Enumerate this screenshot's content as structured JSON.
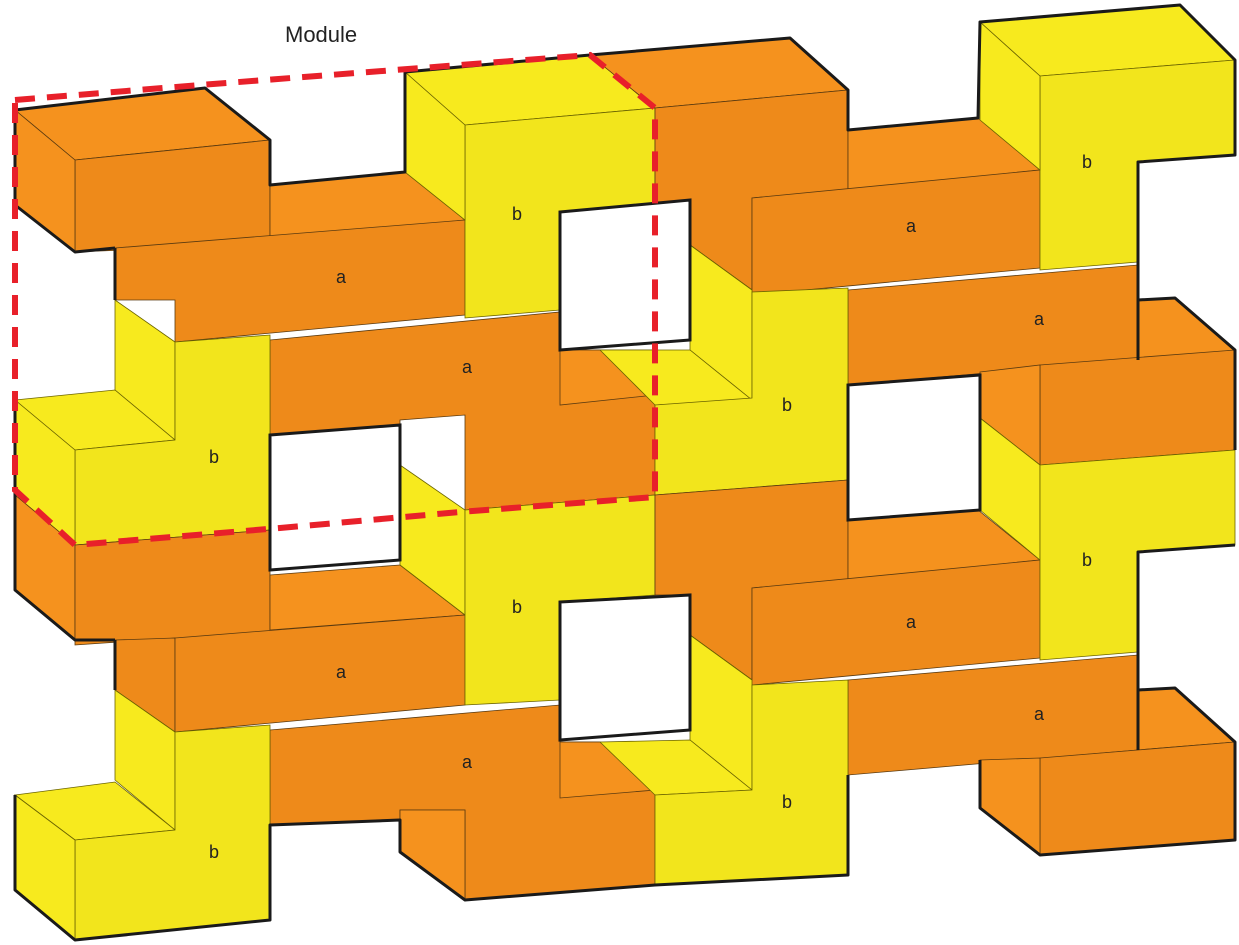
{
  "diagram": {
    "title": "Module",
    "label_a": "a",
    "label_b": "b",
    "colors": {
      "a": "#F5921E",
      "b": "#F7EA1E",
      "module_outline": "#E8202A",
      "edge": "#1a1a1a"
    }
  }
}
